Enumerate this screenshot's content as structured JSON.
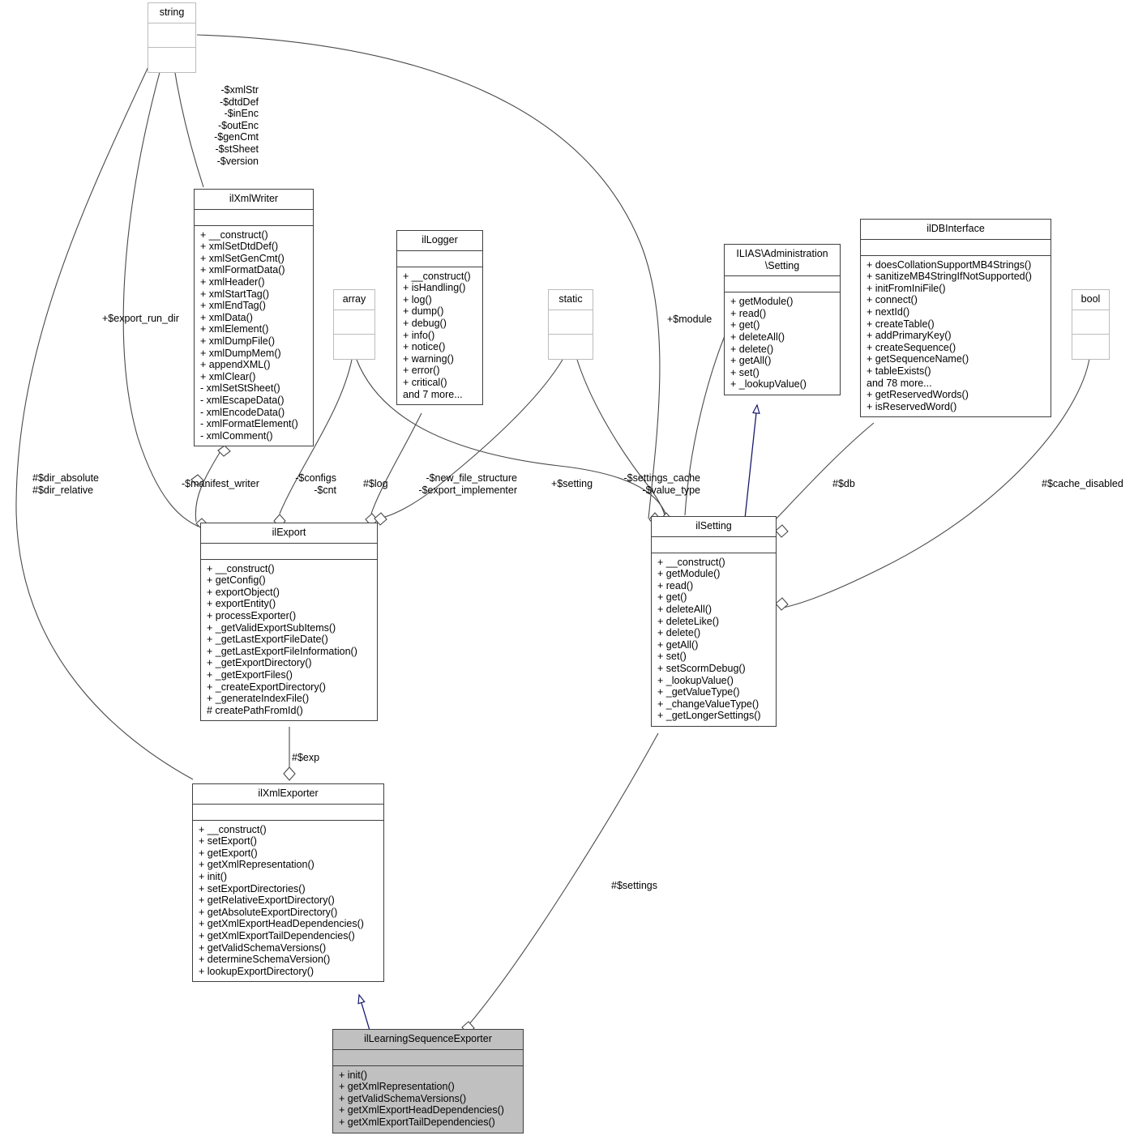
{
  "diagram": {
    "kind": "uml-class-collaboration-diagram",
    "root": "ilLearningSequenceExporter",
    "edge_color": "#4a4a4a",
    "inheritance_color": "#191970",
    "highlight_fill": "#c0c0c0"
  },
  "nodes": {
    "string": {
      "title": "string",
      "attributes": [],
      "operations": []
    },
    "ilXmlWriter": {
      "title": "ilXmlWriter",
      "attributes": [],
      "operations": [
        "+ __construct()",
        "+ xmlSetDtdDef()",
        "+ xmlSetGenCmt()",
        "+ xmlFormatData()",
        "+ xmlHeader()",
        "+ xmlStartTag()",
        "+ xmlEndTag()",
        "+ xmlData()",
        "+ xmlElement()",
        "+ xmlDumpFile()",
        "+ xmlDumpMem()",
        "+ appendXML()",
        "+ xmlClear()",
        "- xmlSetStSheet()",
        "- xmlEscapeData()",
        "- xmlEncodeData()",
        "- xmlFormatElement()",
        "- xmlComment()"
      ]
    },
    "array": {
      "title": "array",
      "attributes": [],
      "operations": []
    },
    "ilLogger": {
      "title": "ilLogger",
      "attributes": [],
      "operations": [
        "+ __construct()",
        "+ isHandling()",
        "+ log()",
        "+ dump()",
        "+ debug()",
        "+ info()",
        "+ notice()",
        "+ warning()",
        "+ error()",
        "+ critical()",
        "and 7 more..."
      ]
    },
    "static": {
      "title": "static",
      "attributes": [],
      "operations": []
    },
    "ilias_administration_setting": {
      "title": "ILIAS\\Administration\n\\Setting",
      "attributes": [],
      "operations": [
        "+ getModule()",
        "+ read()",
        "+ get()",
        "+ deleteAll()",
        "+ delete()",
        "+ getAll()",
        "+ set()",
        "+ _lookupValue()"
      ]
    },
    "ilDBInterface": {
      "title": "ilDBInterface",
      "attributes": [],
      "operations": [
        "+ doesCollationSupportMB4Strings()",
        "+ sanitizeMB4StringIfNotSupported()",
        "+ initFromIniFile()",
        "+ connect()",
        "+ nextId()",
        "+ createTable()",
        "+ addPrimaryKey()",
        "+ createSequence()",
        "+ getSequenceName()",
        "+ tableExists()",
        "and 78 more...",
        "+ getReservedWords()",
        "+ isReservedWord()"
      ]
    },
    "bool": {
      "title": "bool",
      "attributes": [],
      "operations": []
    },
    "ilExport": {
      "title": "ilExport",
      "attributes": [],
      "operations": [
        "+ __construct()",
        "+ getConfig()",
        "+ exportObject()",
        "+ exportEntity()",
        "+ processExporter()",
        "+ _getValidExportSubItems()",
        "+ _getLastExportFileDate()",
        "+ _getLastExportFileInformation()",
        "+ _getExportDirectory()",
        "+ _getExportFiles()",
        "+ _createExportDirectory()",
        "+ _generateIndexFile()",
        "# createPathFromId()"
      ]
    },
    "ilSetting": {
      "title": "ilSetting",
      "attributes": [],
      "operations": [
        "+ __construct()",
        "+ getModule()",
        "+ read()",
        "+ get()",
        "+ deleteAll()",
        "+ deleteLike()",
        "+ delete()",
        "+ getAll()",
        "+ set()",
        "+ setScormDebug()",
        "+ _lookupValue()",
        "+ _getValueType()",
        "+ _changeValueType()",
        "+ _getLongerSettings()"
      ]
    },
    "ilXmlExporter": {
      "title": "ilXmlExporter",
      "attributes": [],
      "operations": [
        "+ __construct()",
        "+ setExport()",
        "+ getExport()",
        "+ getXmlRepresentation()",
        "+ init()",
        "+ setExportDirectories()",
        "+ getRelativeExportDirectory()",
        "+ getAbsoluteExportDirectory()",
        "+ getXmlExportHeadDependencies()",
        "+ getXmlExportTailDependencies()",
        "+ getValidSchemaVersions()",
        "+ determineSchemaVersion()",
        "+ lookupExportDirectory()"
      ]
    },
    "ilLearningSequenceExporter": {
      "title": "ilLearningSequenceExporter",
      "attributes": [],
      "operations": [
        "+ init()",
        "+ getXmlRepresentation()",
        "+ getValidSchemaVersions()",
        "+ getXmlExportHeadDependencies()",
        "+ getXmlExportTailDependencies()"
      ]
    }
  },
  "edge_labels": {
    "xmlwriter_fields": "-$xmlStr\n-$dtdDef\n-$inEnc\n-$outEnc\n-$genCmt\n-$stSheet\n-$version",
    "export_run_dir": "+$export_run_dir",
    "dir_absolute_relative": "#$dir_absolute\n#$dir_relative",
    "manifest_writer": "-$manifest_writer",
    "configs_cnt": "-$configs\n-$cnt",
    "log": "#$log",
    "new_file_structure": "-$new_file_structure\n-$export_implementer",
    "setting": "+$setting",
    "settings_cache_value_type": "-$settings_cache\n-$value_type",
    "module": "+$module",
    "db": "#$db",
    "cache_disabled": "#$cache_disabled",
    "exp": "#$exp",
    "settings": "#$settings"
  }
}
